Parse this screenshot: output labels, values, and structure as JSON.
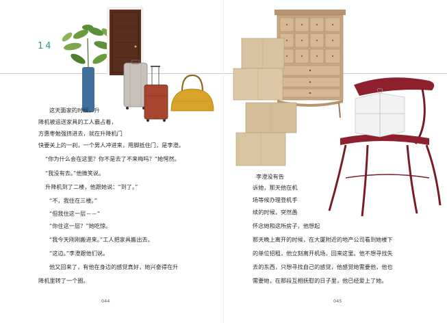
{
  "left_page": {
    "chapter_number": "14",
    "lines": [
      "这天面家的时候，升",
      "降机被运送家具的工人霸占着，",
      "方惠枣勉强挤进去，就在升降机门",
      "快要关上的一刹，一个男人冲进来，用脚抵住门，是李澄。",
      "“你为什么会在这里？你不是去了不来梅吗？”她愕然。",
      "“我没有去。”他微笑说。",
      "升降机到了二楼，他跟她说：“到了。”",
      "“不，我住在三楼。”",
      "“但我住这一层－－”",
      "“你住这一层？”她吃惊。",
      "“我今天刚刚搬进来。”工人把家具搬出去。",
      "“这边。”李澄跟他们说。",
      "他又回来了，有他在身边的感觉真好，她兴奋得在升",
      "降机里转了一个圈。"
    ],
    "page_number": "044"
  },
  "right_page": {
    "lines": [
      "李澄没有告",
      "诉她，那天他在机",
      "场等候办理登机手",
      "续的时候，突然愚",
      "怀念她和这所房子，他想起",
      "那天晚上离开的时候，在大厦附近的地产公司看到她楼下",
      "的单位招租，他立刻离开机场，回来这里。他不想寻找失",
      "去的东西，只想寻找自己的感觉，他感觉她需要他，他也",
      "需要她，在那段互相抚慰的日子里，他已经爱上了她。"
    ],
    "page_number": "045"
  },
  "illustration": {
    "colors": {
      "door": "#5a2e1e",
      "plant": "#5d8f3a",
      "vase": "#3f6f9a",
      "suitcase_grey": "#c7c1ba",
      "suitcase_red": "#a8452e",
      "bag": "#d9a32a",
      "cabinet": "#c9a783",
      "boxes": "#d8c3a0",
      "chair": "#8e1f2c",
      "parcel": "#f2f2f2"
    }
  }
}
